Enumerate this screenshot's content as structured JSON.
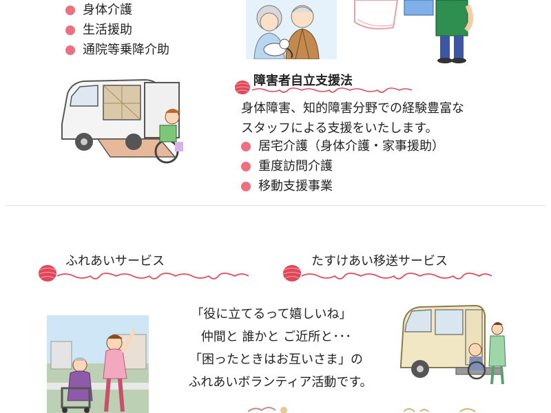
{
  "top_services": {
    "items": [
      "身体介護",
      "生活援助",
      "通院等乗降介助"
    ]
  },
  "disability_section": {
    "heading": "障害者自立支援法",
    "description_lines": [
      "身体障害、知的障害分野での経験豊富な",
      "スタッフによる支援をいたします。"
    ],
    "items": [
      "居宅介護（身体介護・家事援助）",
      "重度訪問介護",
      "移動支援事業"
    ]
  },
  "fureai": {
    "heading": "ふれあいサービス"
  },
  "tasukeai": {
    "heading": "たすけあい移送サービス"
  },
  "volunteer_message": {
    "lines": [
      "「役に立てるって嬉しいね」",
      "仲間と 誰かと ご近所と･･･",
      "「困ったときはお互いさま」の",
      "ふれあいボランティア活動です。"
    ]
  },
  "colors": {
    "bullet": "#ee6f7f",
    "yarn": "#e0485a",
    "divider": "#dddddd"
  }
}
